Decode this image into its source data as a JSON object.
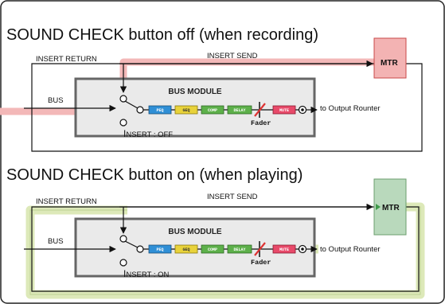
{
  "panels": [
    {
      "title": "SOUND CHECK button off (when recording)",
      "insert_return": "INSERT RETURN",
      "insert_send": "INSERT SEND",
      "bus": "BUS",
      "module_title": "BUS MODULE",
      "insert_state_prefix": "I",
      "insert_state": "NSERT : OFF",
      "output": "to Output Rounter",
      "mtr": "MTR",
      "highlight_color": "#f3b8b8",
      "mtr_fill": "#f3b3b3",
      "mtr_stroke": "#c94a4a"
    },
    {
      "title": "SOUND CHECK button on (when playing)",
      "insert_return": "INSERT RETURN",
      "insert_send": "INSERT SEND",
      "bus": "BUS",
      "module_title": "BUS MODULE",
      "insert_state_prefix": "I",
      "insert_state": "NSERT : ON",
      "output": "to Output Rounter",
      "mtr": "MTR",
      "highlight_color": "#dde9b9",
      "highlight_stroke": "#a9c27a",
      "mtr_fill": "#b9d9bc",
      "mtr_stroke": "#6c9e6e"
    }
  ],
  "blocks": [
    {
      "label": "PEQ",
      "color": "#2f8fd6"
    },
    {
      "label": "GEQ",
      "color": "#e8d23a"
    },
    {
      "label": "COMP",
      "color": "#5db04a"
    },
    {
      "label": "DELAY",
      "color": "#5db04a"
    },
    {
      "label": "MUTE",
      "color": "#e84a6a"
    }
  ],
  "fader_label": "Fader"
}
